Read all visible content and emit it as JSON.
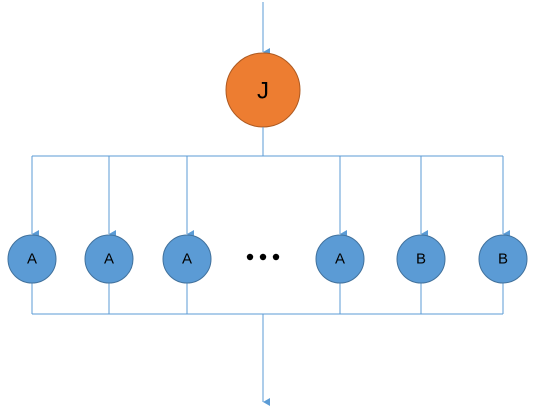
{
  "diagram": {
    "top_node": {
      "label": "J",
      "color": "#ed7d31"
    },
    "child_nodes": [
      {
        "label": "A",
        "color": "#5b9bd5"
      },
      {
        "label": "A",
        "color": "#5b9bd5"
      },
      {
        "label": "A",
        "color": "#5b9bd5"
      },
      {
        "label": "A",
        "color": "#5b9bd5"
      },
      {
        "label": "B",
        "color": "#5b9bd5"
      },
      {
        "label": "B",
        "color": "#5b9bd5"
      }
    ],
    "ellipsis": "…",
    "connector_color": "#5b9bd5"
  }
}
